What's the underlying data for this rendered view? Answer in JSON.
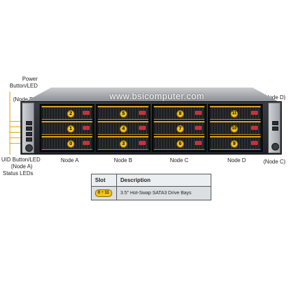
{
  "watermark": "www.bsicomputer.com",
  "callouts": {
    "power_line1": "Power",
    "power_line2": "Button/LED",
    "node_b_left": "(Node B)",
    "uid_line1": "UID Button/LED",
    "uid_line2": "(Node A)",
    "uid_line3": "Status LEDs",
    "node_d_right": "(Node D)",
    "node_c_right": "(Node C)"
  },
  "node_labels": [
    "Node A",
    "Node B",
    "Node C",
    "Node D"
  ],
  "bays": [
    {
      "slot": "2"
    },
    {
      "slot": "1"
    },
    {
      "slot": "0"
    },
    {
      "slot": "5"
    },
    {
      "slot": "4"
    },
    {
      "slot": "3"
    },
    {
      "slot": "8"
    },
    {
      "slot": "7"
    },
    {
      "slot": "6"
    },
    {
      "slot": "11"
    },
    {
      "slot": "10"
    },
    {
      "slot": "9"
    }
  ],
  "legend": {
    "col_slot": "Slot",
    "col_desc": "Description",
    "row_slot": "0 ~ 11",
    "row_desc": "3.5\" Hot-Swap SATA3 Drive Bays"
  },
  "colors": {
    "bay_accent": "#e0a62a",
    "badge": "#f1c21b",
    "handle": "#c7323a"
  }
}
